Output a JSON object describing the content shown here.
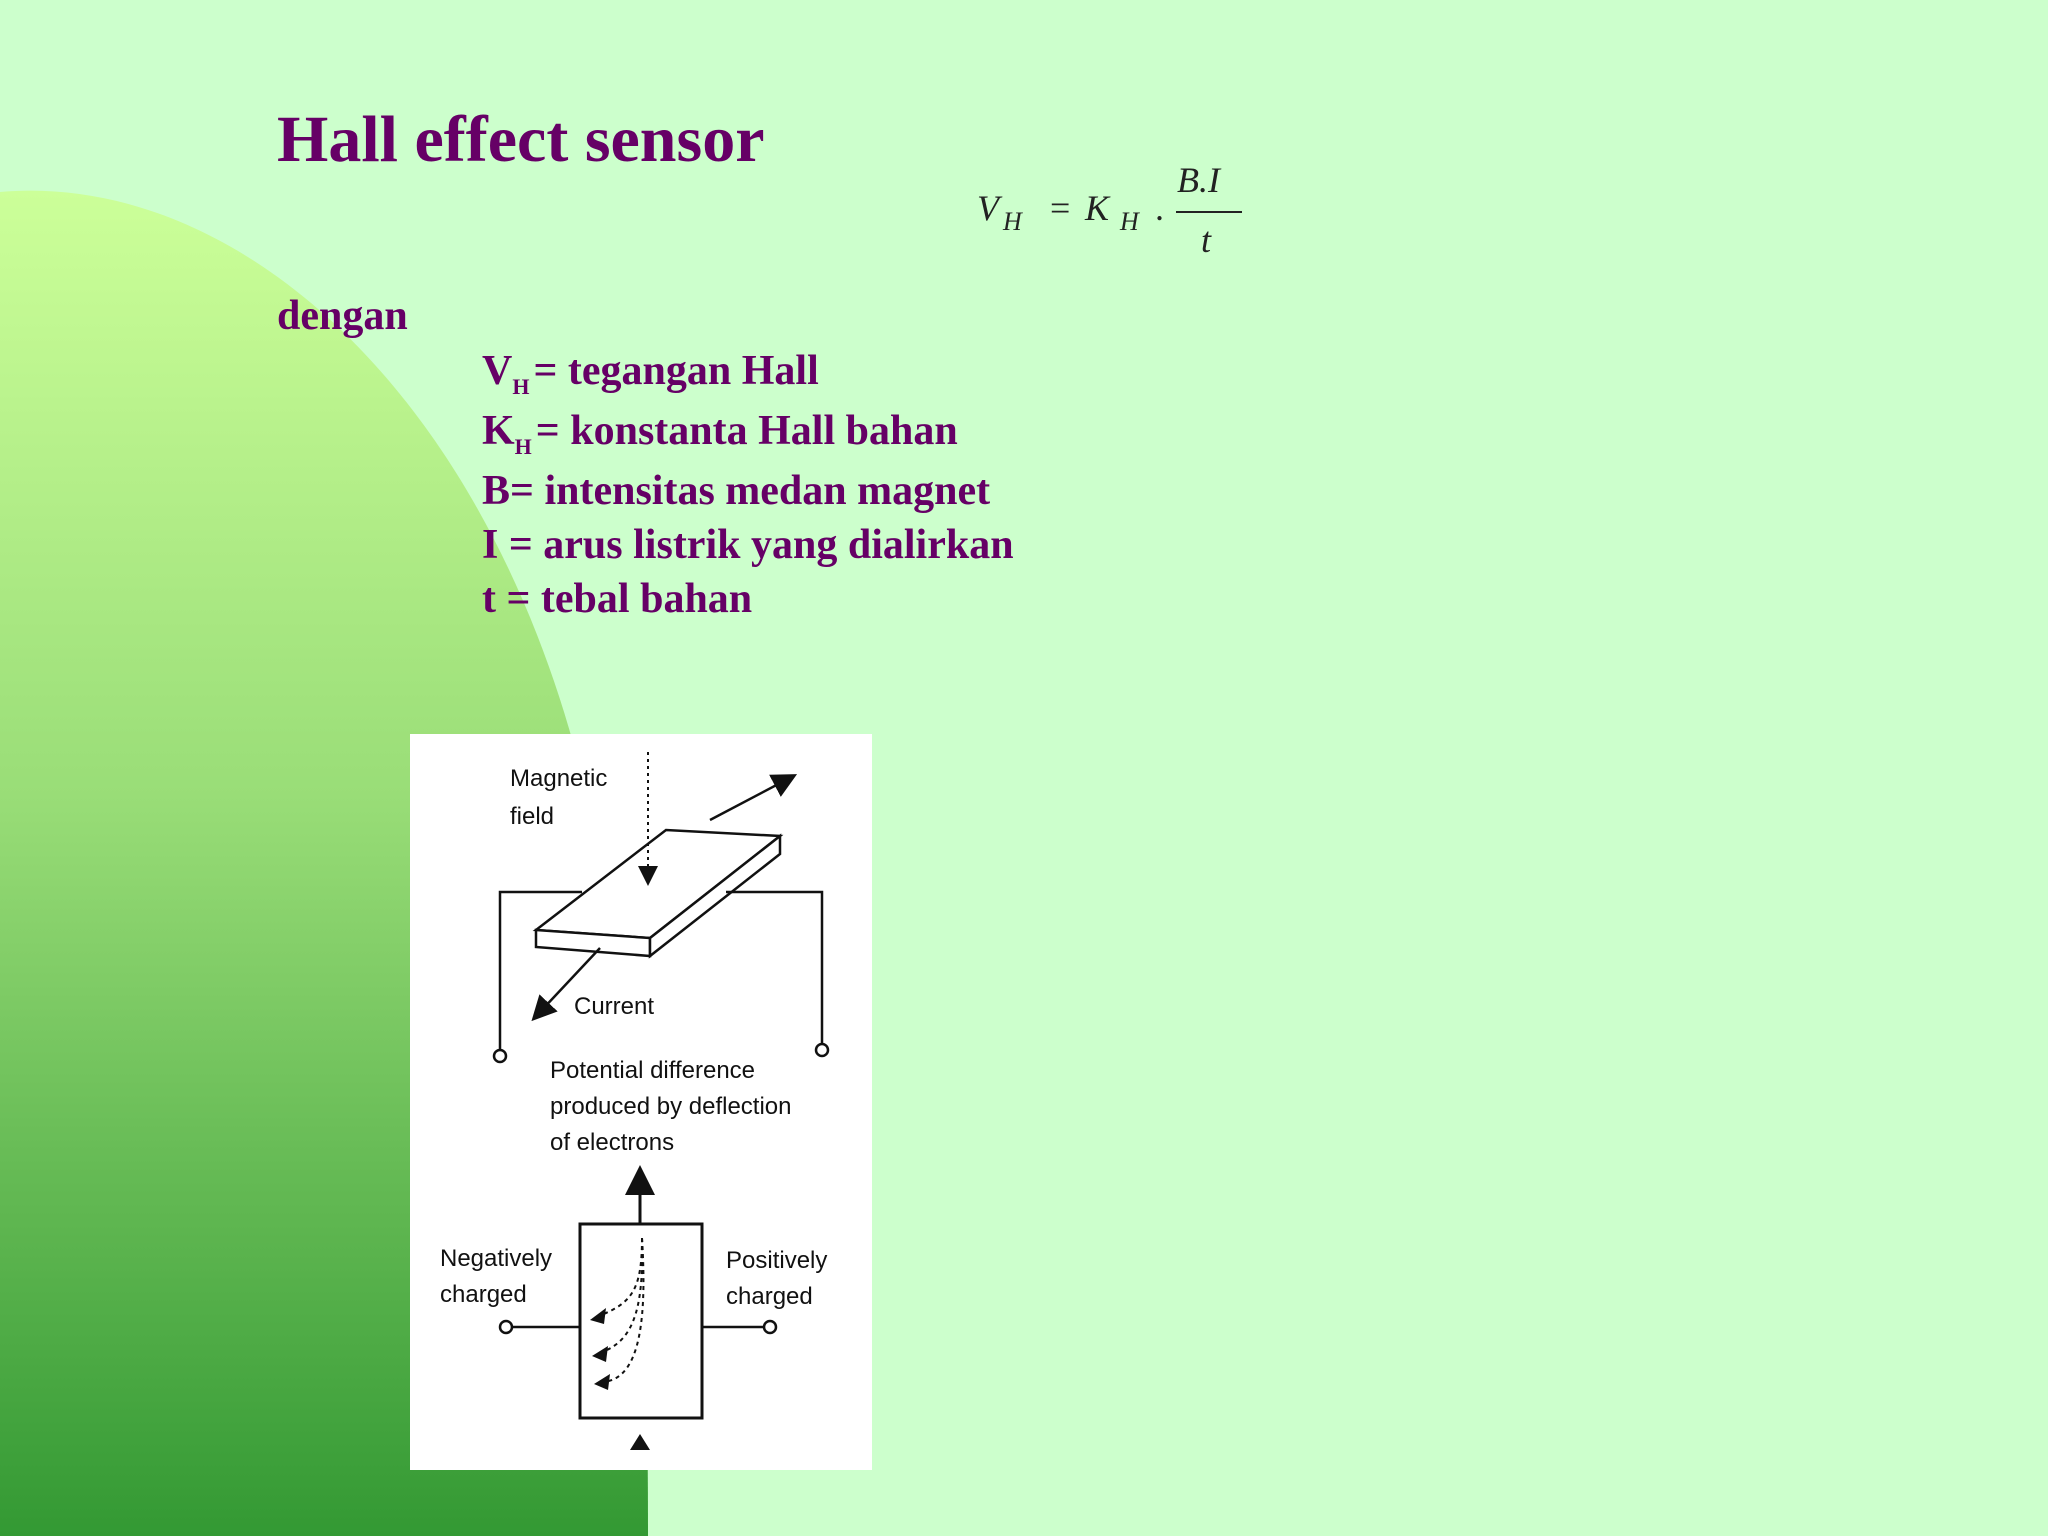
{
  "slide": {
    "title": "Hall effect sensor",
    "colors": {
      "background": "#ccffcc",
      "text": "#660066",
      "shape_top": "#ccff99",
      "shape_bottom": "#339933"
    }
  },
  "formula": {
    "lhs_symbol": "V",
    "lhs_sub": "H",
    "equals": "=",
    "k_symbol": "K",
    "k_sub": "H",
    "dot": ".",
    "numerator": "B.I",
    "denominator": "t"
  },
  "definitions": {
    "intro": "dengan",
    "items": [
      {
        "symbol": "V",
        "sub": "H",
        "text": "= tegangan Hall"
      },
      {
        "symbol": "K",
        "sub": "H",
        "text": "= konstanta Hall bahan"
      },
      {
        "symbol": "B",
        "sub": "",
        "text": "= intensitas medan magnet"
      },
      {
        "symbol": "I",
        "sub": "",
        "text": " = arus listrik yang dialirkan"
      },
      {
        "symbol": "t",
        "sub": "",
        "text": " = tebal bahan"
      }
    ]
  },
  "figure": {
    "magnetic_field_line1": "Magnetic",
    "magnetic_field_line2": "field",
    "current_label": "Current",
    "potential_line1": "Potential difference",
    "potential_line2": "produced by deflection",
    "potential_line3": "of electrons",
    "negative_line1": "Negatively",
    "negative_line2": "charged",
    "positive_line1": "Positively",
    "positive_line2": "charged"
  }
}
